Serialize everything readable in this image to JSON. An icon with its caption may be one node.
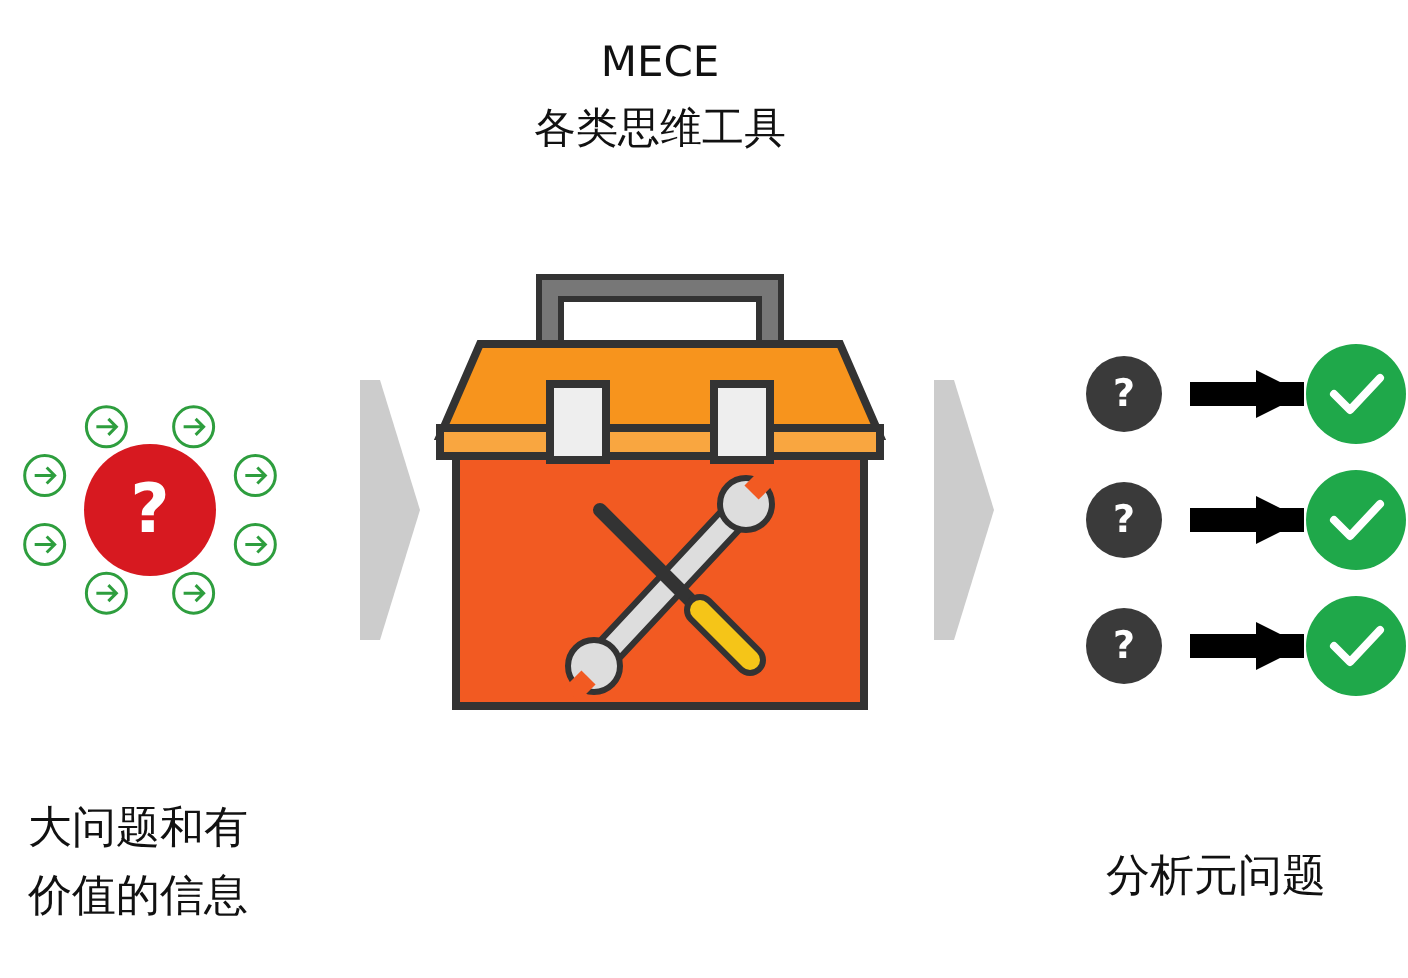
{
  "diagram": {
    "nodes": [
      {
        "text": [
          "?"
        ]
      },
      {
        "text": [],
        "shape": "picture"
      },
      {
        "text": [
          "?"
        ]
      },
      {
        "text": [],
        "shape": "circle"
      },
      {
        "text": [
          "?"
        ]
      },
      {
        "text": [],
        "shape": "circle"
      },
      {
        "text": [
          "?"
        ]
      },
      {
        "text": [],
        "shape": "circle"
      }
    ],
    "edges": [
      {
        "from": 0,
        "to": 1,
        "arrow": "to",
        "color": "#cccccc",
        "style": "thick"
      },
      {
        "from": 1,
        "to": null,
        "arrow": "to",
        "color": "#cccccc",
        "style": "thick"
      },
      {
        "from": 2,
        "to": 3,
        "arrow": "to"
      },
      {
        "from": 4,
        "to": 5,
        "arrow": "to"
      },
      {
        "from": 6,
        "to": 7,
        "arrow": "to"
      }
    ],
    "labels": [
      "MECE",
      "各类思维工具",
      "大问题和有价值的信息",
      "分析元问题"
    ]
  }
}
